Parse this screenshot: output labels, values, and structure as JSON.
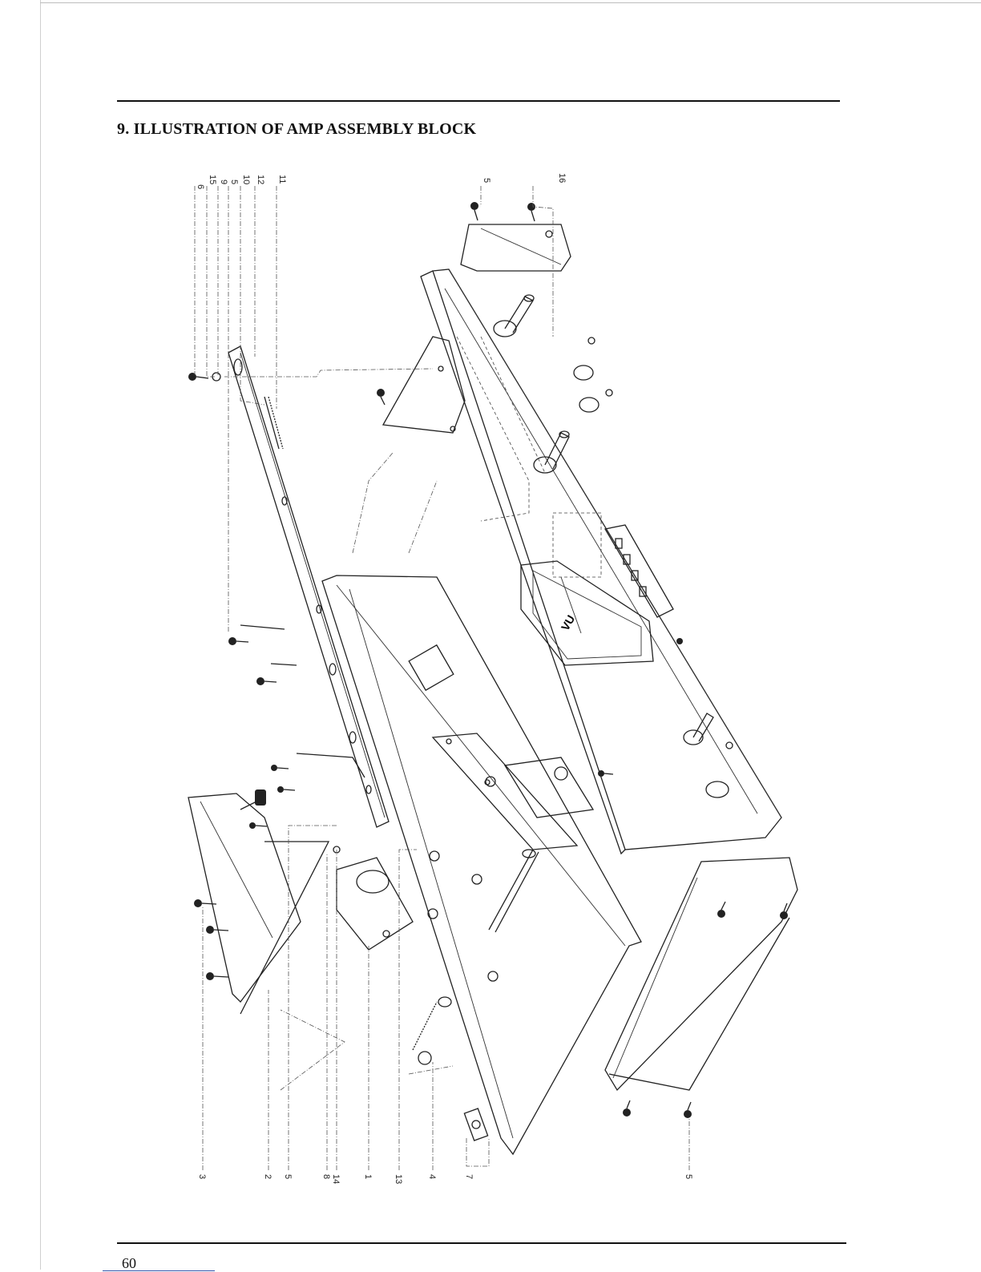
{
  "page": {
    "title": "9. ILLUSTRATION OF AMP ASSEMBLY BLOCK",
    "page_number": "60"
  },
  "diagram": {
    "meter_label": "VU",
    "callouts_top": [
      "6",
      "15",
      "9",
      "5",
      "10",
      "12",
      "11",
      "5",
      "16"
    ],
    "callouts_bottom": [
      "3",
      "2",
      "5",
      "8",
      "14",
      "1",
      "13",
      "4",
      "7",
      "5"
    ]
  }
}
